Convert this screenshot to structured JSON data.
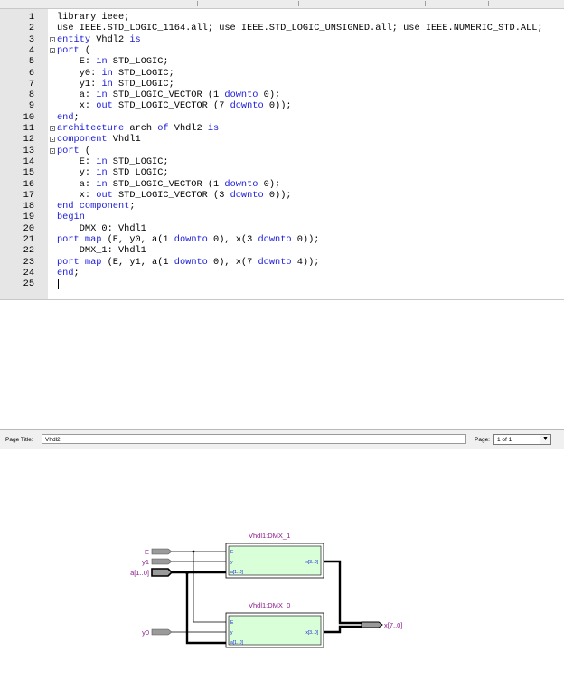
{
  "editor": {
    "lines": [
      {
        "n": "1",
        "fold": false,
        "segs": [
          {
            "t": "library ieee;",
            "k": false
          }
        ]
      },
      {
        "n": "2",
        "fold": false,
        "segs": [
          {
            "t": "use IEEE.STD_LOGIC_1164.all; use IEEE.STD_LOGIC_UNSIGNED.all; use IEEE.NUMERIC_STD.ALL;",
            "k": false
          }
        ]
      },
      {
        "n": "3",
        "fold": true,
        "segs": [
          {
            "t": "entity",
            "k": true
          },
          {
            "t": " Vhdl2 ",
            "k": false
          },
          {
            "t": "is",
            "k": true
          }
        ]
      },
      {
        "n": "4",
        "fold": true,
        "segs": [
          {
            "t": "port",
            "k": true
          },
          {
            "t": " (",
            "k": false
          }
        ]
      },
      {
        "n": "5",
        "fold": false,
        "segs": [
          {
            "t": "    E: ",
            "k": false
          },
          {
            "t": "in",
            "k": true
          },
          {
            "t": " STD_LOGIC;",
            "k": false
          }
        ]
      },
      {
        "n": "6",
        "fold": false,
        "segs": [
          {
            "t": "    y0: ",
            "k": false
          },
          {
            "t": "in",
            "k": true
          },
          {
            "t": " STD_LOGIC;",
            "k": false
          }
        ]
      },
      {
        "n": "7",
        "fold": false,
        "segs": [
          {
            "t": "    y1: ",
            "k": false
          },
          {
            "t": "in",
            "k": true
          },
          {
            "t": " STD_LOGIC;",
            "k": false
          }
        ]
      },
      {
        "n": "8",
        "fold": false,
        "segs": [
          {
            "t": "    a: ",
            "k": false
          },
          {
            "t": "in",
            "k": true
          },
          {
            "t": " STD_LOGIC_VECTOR (1 ",
            "k": false
          },
          {
            "t": "downto",
            "k": true
          },
          {
            "t": " 0);",
            "k": false
          }
        ]
      },
      {
        "n": "9",
        "fold": false,
        "segs": [
          {
            "t": "    x: ",
            "k": false
          },
          {
            "t": "out",
            "k": true
          },
          {
            "t": " STD_LOGIC_VECTOR (7 ",
            "k": false
          },
          {
            "t": "downto",
            "k": true
          },
          {
            "t": " 0));",
            "k": false
          }
        ]
      },
      {
        "n": "10",
        "fold": false,
        "segs": [
          {
            "t": "end",
            "k": true
          },
          {
            "t": ";",
            "k": false
          }
        ]
      },
      {
        "n": "11",
        "fold": true,
        "segs": [
          {
            "t": "architecture",
            "k": true
          },
          {
            "t": " arch ",
            "k": false
          },
          {
            "t": "of",
            "k": true
          },
          {
            "t": " Vhdl2 ",
            "k": false
          },
          {
            "t": "is",
            "k": true
          }
        ]
      },
      {
        "n": "12",
        "fold": true,
        "segs": [
          {
            "t": "component",
            "k": true
          },
          {
            "t": " Vhdl1",
            "k": false
          }
        ]
      },
      {
        "n": "13",
        "fold": true,
        "segs": [
          {
            "t": "port",
            "k": true
          },
          {
            "t": " (",
            "k": false
          }
        ]
      },
      {
        "n": "14",
        "fold": false,
        "segs": [
          {
            "t": "    E: ",
            "k": false
          },
          {
            "t": "in",
            "k": true
          },
          {
            "t": " STD_LOGIC;",
            "k": false
          }
        ]
      },
      {
        "n": "15",
        "fold": false,
        "segs": [
          {
            "t": "    y: ",
            "k": false
          },
          {
            "t": "in",
            "k": true
          },
          {
            "t": " STD_LOGIC;",
            "k": false
          }
        ]
      },
      {
        "n": "16",
        "fold": false,
        "segs": [
          {
            "t": "    a: ",
            "k": false
          },
          {
            "t": "in",
            "k": true
          },
          {
            "t": " STD_LOGIC_VECTOR (1 ",
            "k": false
          },
          {
            "t": "downto",
            "k": true
          },
          {
            "t": " 0);",
            "k": false
          }
        ]
      },
      {
        "n": "17",
        "fold": false,
        "segs": [
          {
            "t": "    x: ",
            "k": false
          },
          {
            "t": "out",
            "k": true
          },
          {
            "t": " STD_LOGIC_VECTOR (3 ",
            "k": false
          },
          {
            "t": "downto",
            "k": true
          },
          {
            "t": " 0));",
            "k": false
          }
        ]
      },
      {
        "n": "18",
        "fold": false,
        "segs": [
          {
            "t": "end component",
            "k": true
          },
          {
            "t": ";",
            "k": false
          }
        ]
      },
      {
        "n": "19",
        "fold": false,
        "segs": [
          {
            "t": "begin",
            "k": true
          }
        ]
      },
      {
        "n": "20",
        "fold": false,
        "segs": [
          {
            "t": "    DMX_0: Vhdl1",
            "k": false
          }
        ]
      },
      {
        "n": "21",
        "fold": false,
        "segs": [
          {
            "t": "port map",
            "k": true
          },
          {
            "t": " (E, y0, a(1 ",
            "k": false
          },
          {
            "t": "downto",
            "k": true
          },
          {
            "t": " 0), x(3 ",
            "k": false
          },
          {
            "t": "downto",
            "k": true
          },
          {
            "t": " 0));",
            "k": false
          }
        ]
      },
      {
        "n": "22",
        "fold": false,
        "segs": [
          {
            "t": "    DMX_1: Vhdl1",
            "k": false
          }
        ]
      },
      {
        "n": "23",
        "fold": false,
        "segs": [
          {
            "t": "port map",
            "k": true
          },
          {
            "t": " (E, y1, a(1 ",
            "k": false
          },
          {
            "t": "downto",
            "k": true
          },
          {
            "t": " 0), x(7 ",
            "k": false
          },
          {
            "t": "downto",
            "k": true
          },
          {
            "t": " 4));",
            "k": false
          }
        ]
      },
      {
        "n": "24",
        "fold": false,
        "segs": [
          {
            "t": "end",
            "k": true
          },
          {
            "t": ";",
            "k": false
          }
        ]
      },
      {
        "n": "25",
        "fold": false,
        "segs": []
      }
    ]
  },
  "schematic_header": {
    "page_title_label": "Page Title:",
    "page_title_value": "Vhdl2",
    "page_label": "Page:",
    "page_value": "1 of 1"
  },
  "schematic": {
    "dmx1_title": "Vhdl1:DMX_1",
    "dmx0_title": "Vhdl1:DMX_0",
    "pin_e": "E",
    "pin_y": "y",
    "pin_a": "a[1..0]",
    "pin_x": "x[3..0]",
    "input_e": "E",
    "input_y1": "y1",
    "input_a": "a[1..0]",
    "input_y0": "y0",
    "output_x": "x[7..0]"
  },
  "colors": {
    "keyword": "#1a1ad8",
    "label_purple": "#8b1a8b",
    "pin_blue": "#1a1ad8",
    "block_fill": "#d8ffd8",
    "port_gray": "#9a9a9a"
  }
}
